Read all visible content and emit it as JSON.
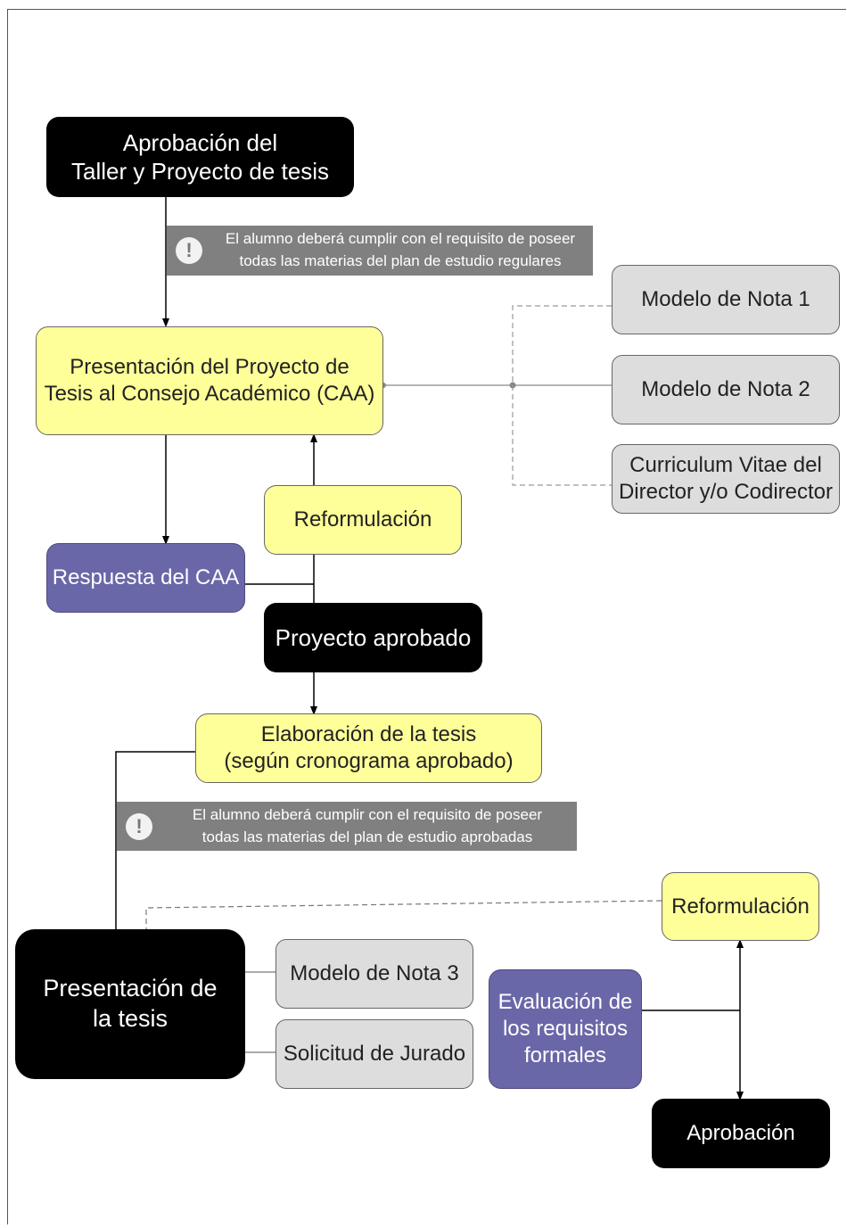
{
  "nodes": {
    "aprobacion_taller": "Aprobación del\nTaller y Proyecto de tesis",
    "presentacion_proyecto": "Presentación del Proyecto de\nTesis al Consejo Académico (CAA)",
    "modelo_nota_1": "Modelo de Nota 1",
    "modelo_nota_2": "Modelo de Nota 2",
    "curriculum": "Curriculum Vitae del\nDirector y/o Codirector",
    "reformulacion_1": "Reformulación",
    "respuesta_caa": "Respuesta del CAA",
    "proyecto_aprobado": "Proyecto aprobado",
    "elaboracion": "Elaboración de la tesis\n(según cronograma aprobado)",
    "presentacion_tesis": "Presentación de\nla tesis",
    "modelo_nota_3": "Modelo de Nota 3",
    "solicitud_jurado": "Solicitud de Jurado",
    "evaluacion": "Evaluación de\nlos requisitos\nformales",
    "reformulacion_2": "Reformulación",
    "aprobacion": "Aprobación"
  },
  "notes": {
    "note_1": "El alumno deberá cumplir con el requisito de poseer\ntodas las materias del plan de estudio regulares",
    "note_2": "El alumno deberá cumplir con el requisito de poseer\ntodas las materias del plan de estudio aprobadas"
  },
  "colors": {
    "black_box": "#000000",
    "yellow_box": "#ffff99",
    "grey_box": "#dddddd",
    "purple_box": "#6a67a8",
    "note_bg": "#808080"
  },
  "icons": {
    "warning": "exclamation-warning-icon"
  }
}
